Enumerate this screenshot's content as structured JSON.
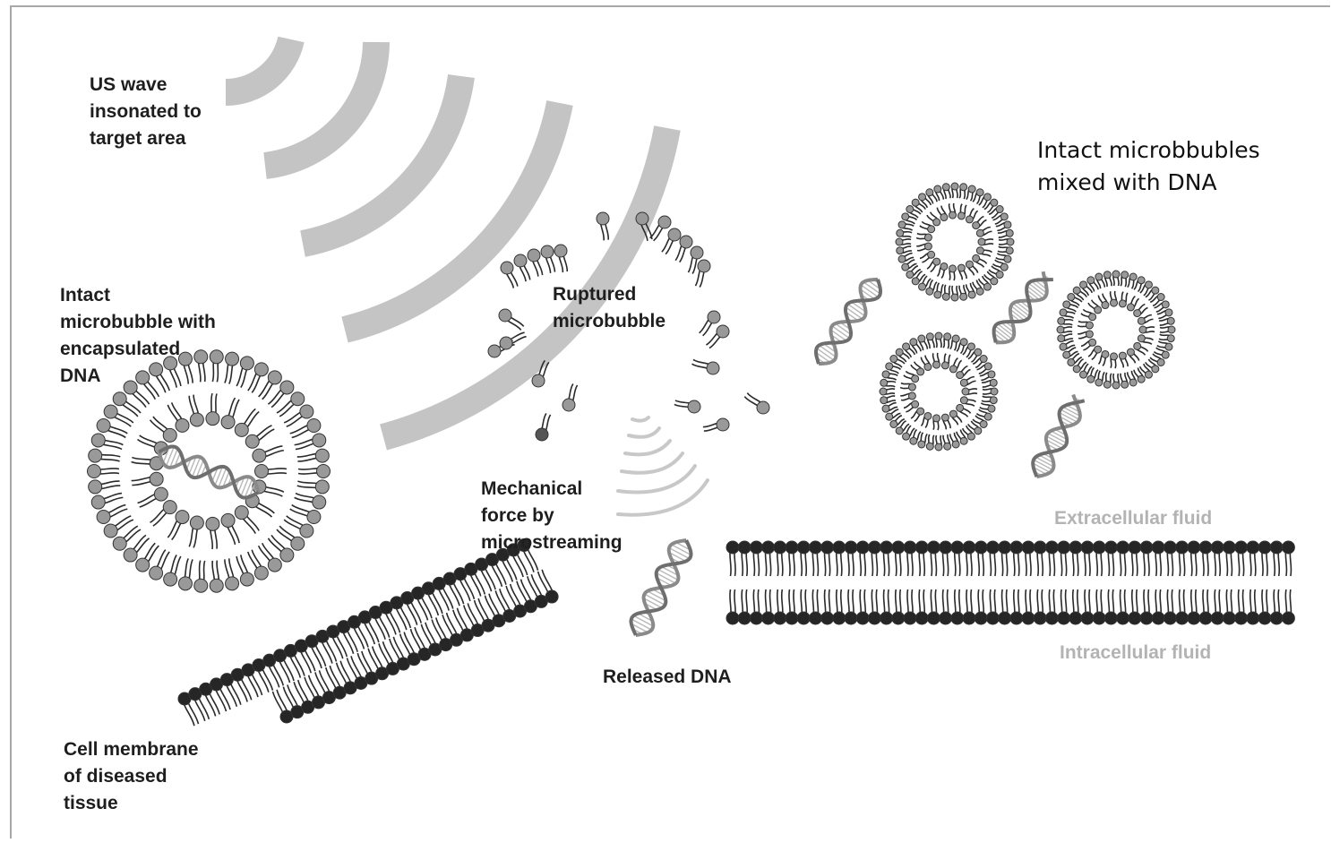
{
  "labels": {
    "us_wave": "US wave\ninsonated to\ntarget area",
    "intact_encapsulated": "Intact\nmicrobubble with\nencapsulated\nDNA",
    "ruptured": "Ruptured\nmicrobubble",
    "mechanical_force": "Mechanical\nforce by\nmicrostreaming",
    "released_dna": "Released DNA",
    "cell_membrane": "Cell membrane\nof diseased\ntissue",
    "extracellular": "Extracellular fluid",
    "intracellular": "Intracellular fluid",
    "intact_mixed": "Intact microbbubles\nmixed with DNA"
  },
  "colors": {
    "wave": "#c4c4c4",
    "lipid_head_light": "#999999",
    "lipid_head_dark": "#262626",
    "lipid_tail": "#2a2a2a",
    "dna": "#8a8a8a"
  }
}
